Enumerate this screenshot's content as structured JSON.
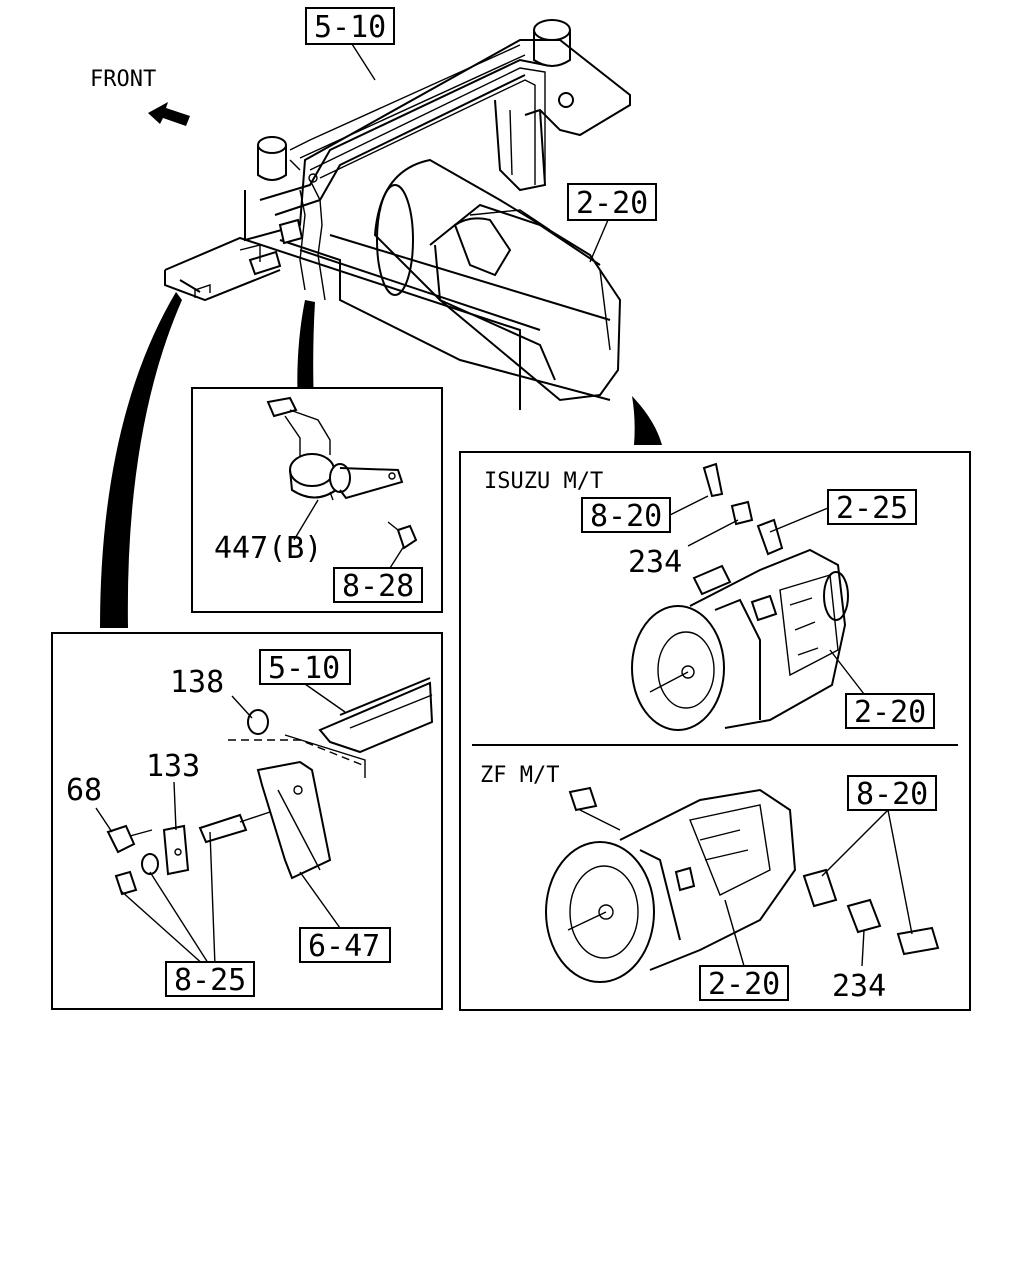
{
  "front_label": "FRONT",
  "top": {
    "ref_frame": "5-10",
    "ref_transmission": "2-20"
  },
  "inset_sensor": {
    "part_label": "447(B)",
    "ref": "8-28"
  },
  "inset_bracket": {
    "ref_frame": "5-10",
    "part_138": "138",
    "part_133": "133",
    "part_68": "68",
    "ref_647": "6-47",
    "ref_825": "8-25"
  },
  "inset_isuzu": {
    "title": "ISUZU M/T",
    "ref_820": "8-20",
    "ref_225": "2-25",
    "part_234": "234",
    "ref_220": "2-20"
  },
  "inset_zf": {
    "title": "ZF M/T",
    "ref_820": "8-20",
    "ref_220": "2-20",
    "part_234": "234"
  }
}
